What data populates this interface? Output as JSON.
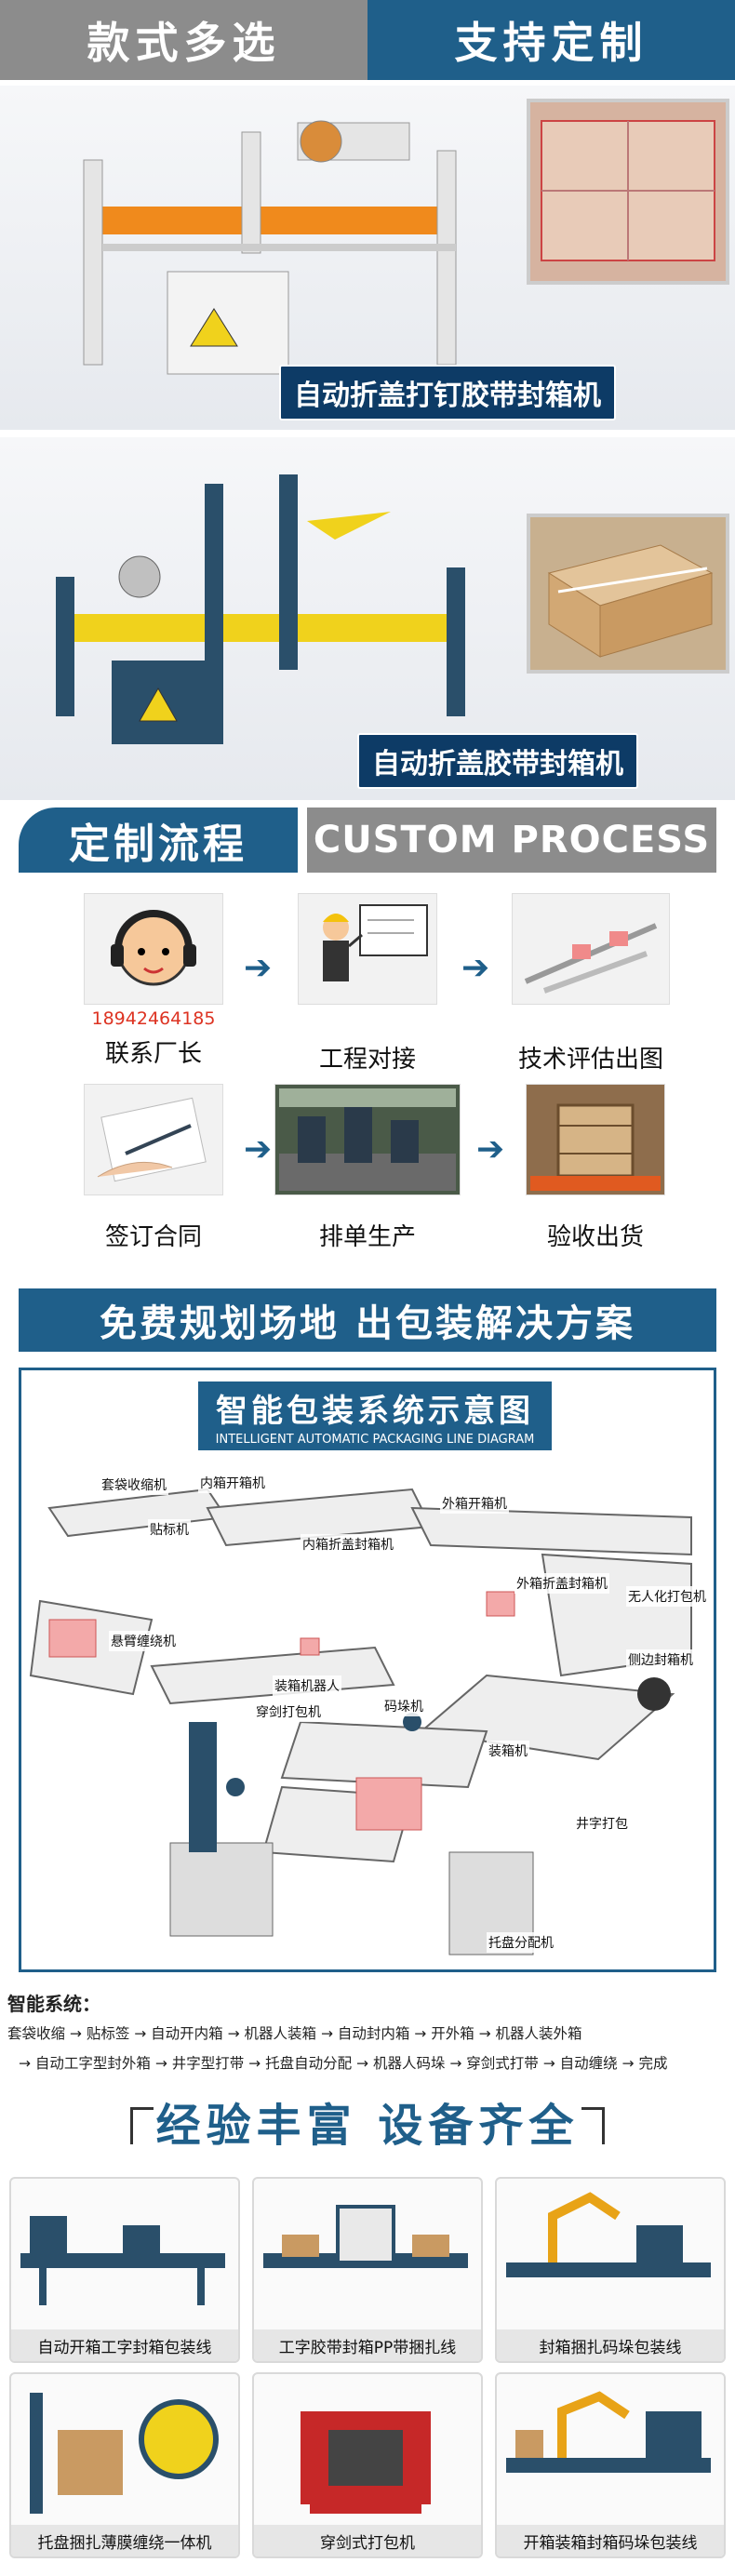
{
  "top_banner": {
    "left": "款式多选",
    "right": "支持定制"
  },
  "machines": [
    {
      "label": "自动折盖打钉胶带封箱机"
    },
    {
      "label": "自动折盖胶带封箱机"
    }
  ],
  "process_header": {
    "cn": "定制流程",
    "en": "CUSTOM PROCESS"
  },
  "process_steps": [
    {
      "label": "联系厂长",
      "phone": "18942464185"
    },
    {
      "label": "工程对接"
    },
    {
      "label": "技术评估出图"
    },
    {
      "label": "签订合同"
    },
    {
      "label": "排单生产"
    },
    {
      "label": "验收出货"
    }
  ],
  "solution_bar": "免费规划场地 出包装解决方案",
  "diagram": {
    "title": "智能包装系统示意图",
    "subtitle": "INTELLIGENT AUTOMATIC PACKAGING LINE DIAGRAM",
    "labels": [
      "套袋收缩机",
      "贴标机",
      "内箱开箱机",
      "内箱折盖封箱机",
      "外箱开箱机",
      "外箱折盖封箱机",
      "无人化打包机",
      "悬臂缠绕机",
      "装箱机器人",
      "穿剑打包机",
      "码垛机",
      "装箱机",
      "侧边封箱机",
      "井字打包",
      "托盘分配机"
    ]
  },
  "system": {
    "title": "智能系统：",
    "line1": "套袋收缩 → 贴标签 → 自动开内箱 → 机器人装箱 → 自动封内箱 → 开外箱 → 机器人装外箱",
    "line2": "→ 自动工字型封外箱 → 井字型打带 → 托盘自动分配 → 机器人码垛 → 穿剑式打带 → 自动缠绕 → 完成"
  },
  "experience": "经验丰富  设备齐全",
  "products": [
    {
      "label": "自动开箱工字封箱包装线"
    },
    {
      "label": "工字胶带封箱PP带捆扎线"
    },
    {
      "label": "封箱捆扎码垛包装线"
    },
    {
      "label": "托盘捆扎薄膜缠绕一体机"
    },
    {
      "label": "穿剑式打包机"
    },
    {
      "label": "开箱装箱封箱码垛包装线"
    }
  ],
  "colors": {
    "brand_blue": "#1f5f8a",
    "gray": "#8c8c8c",
    "machine_orange": "#f08a1c",
    "machine_yellow": "#f0d21c"
  }
}
